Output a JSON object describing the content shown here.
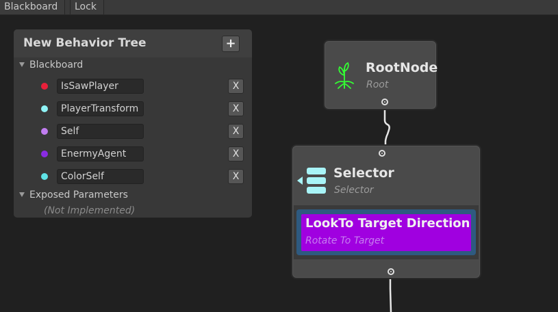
{
  "toolbar": {
    "blackboard_label": "Blackboard",
    "lock_label": "Lock"
  },
  "panel": {
    "title": "New Behavior Tree",
    "add_label": "+",
    "blackboard_section": "Blackboard",
    "variables": [
      {
        "name": "IsSawPlayer",
        "color": "#e8203a",
        "remove_label": "X"
      },
      {
        "name": "PlayerTransform",
        "color": "#8ff3f6",
        "remove_label": "X"
      },
      {
        "name": "Self",
        "color": "#c17df0",
        "remove_label": "X"
      },
      {
        "name": "EnermyAgent",
        "color": "#8a2be2",
        "remove_label": "X"
      },
      {
        "name": "ColorSelf",
        "color": "#5fe3e6",
        "remove_label": "X"
      }
    ],
    "exposed_section": "Exposed Parameters",
    "not_implemented": "(Not Implemented)"
  },
  "graph": {
    "root_node": {
      "title": "RootNode",
      "subtitle": "Root",
      "icon": "sprout-icon",
      "icon_color": "#33ff33"
    },
    "selector_node": {
      "title": "Selector",
      "subtitle": "Selector",
      "icon": "selector-list-icon",
      "icon_color": "#a8f4f7"
    },
    "child_node": {
      "title": "LookTo Target Direction",
      "subtitle": "Rotate To Target",
      "color": "#a000e0"
    }
  }
}
